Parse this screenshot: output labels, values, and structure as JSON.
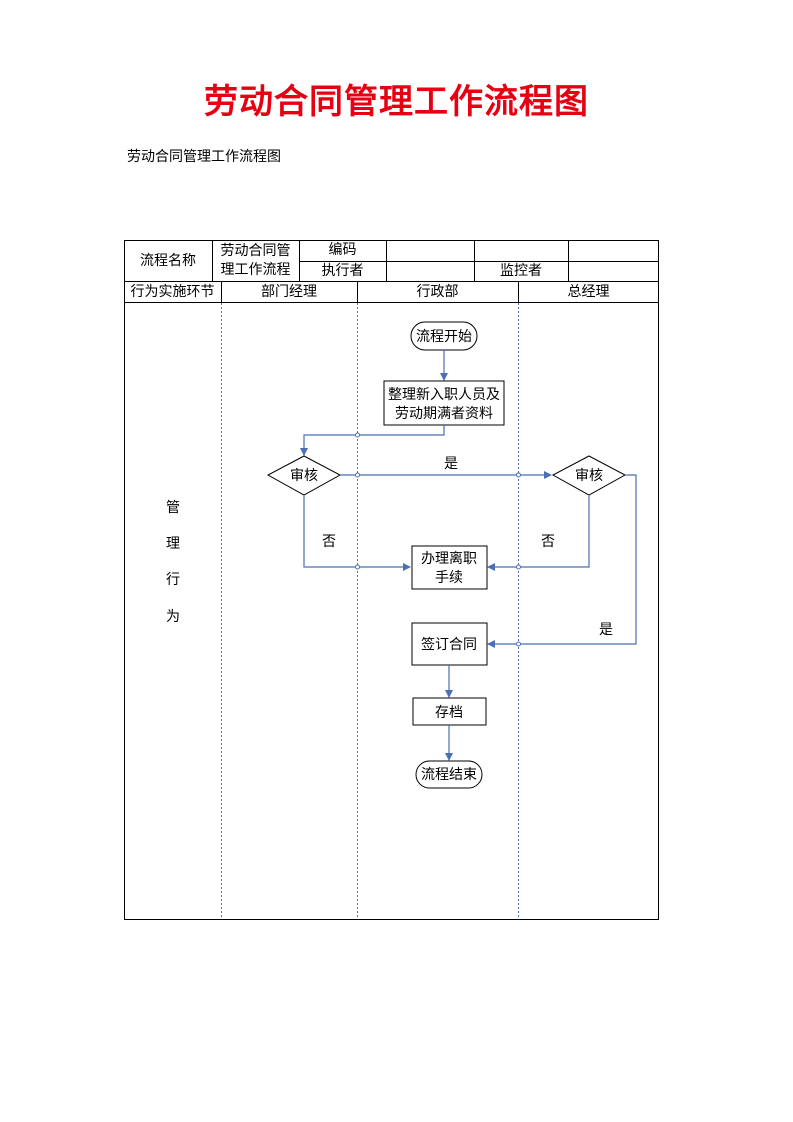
{
  "document": {
    "main_title": "劳动合同管理工作流程图",
    "sub_title": "劳动合同管理工作流程图"
  },
  "table": {
    "flow_name_label": "流程名称",
    "flow_name_line1": "劳动合同管",
    "flow_name_line2": "理工作流程",
    "code_label": "编码",
    "executor_label": "执行者",
    "supervisor_label": "监控者",
    "row_label": "行为实施环节",
    "lanes": [
      "部门经理",
      "行政部",
      "总经理"
    ],
    "side_label": [
      "管",
      "理",
      "行",
      "为"
    ]
  },
  "flow": {
    "start": "流程开始",
    "prepare_line1": "整理新入职人员及",
    "prepare_line2": "劳动期满者资料",
    "review_left": "审核",
    "review_right": "审核",
    "yes_top": "是",
    "no_left": "否",
    "no_right": "否",
    "yes_right": "是",
    "resign_line1": "办理离职",
    "resign_line2": "手续",
    "sign": "签订合同",
    "archive": "存档",
    "end": "流程结束"
  },
  "colors": {
    "title": "#e60012",
    "connector": "#4a6fb5",
    "lane_divider": "#4a6fb5"
  }
}
